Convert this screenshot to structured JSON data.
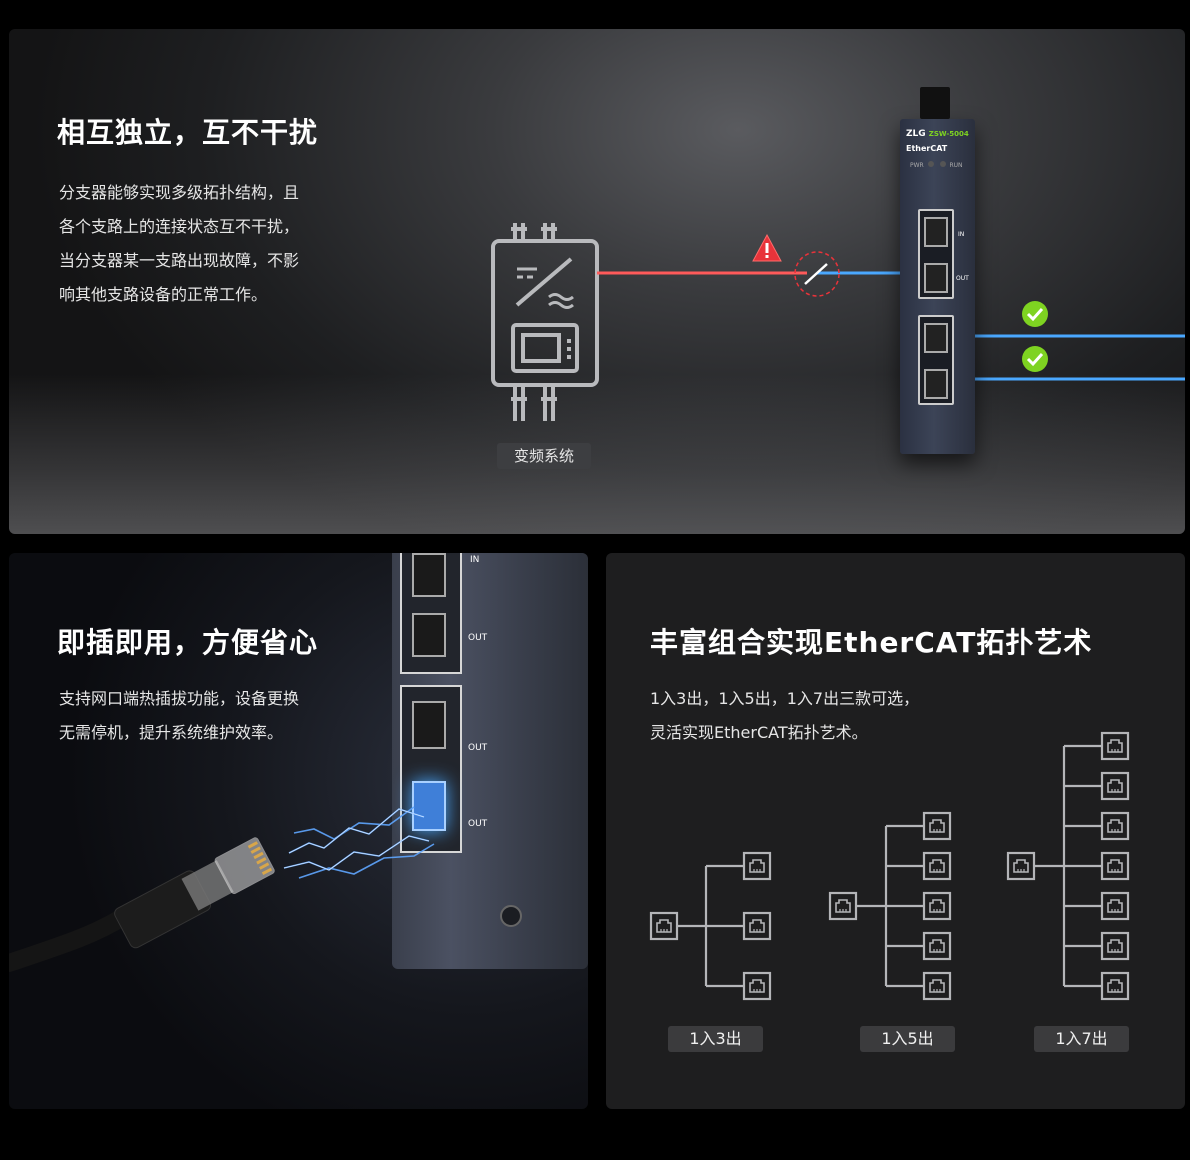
{
  "section_independent": {
    "title": "相互独立，互不干扰",
    "body_lines": [
      "分支器能够实现多级拓扑结构，且",
      "各个支路上的连接状态互不干扰，",
      "当分支器某一支路出现故障，不影",
      "响其他支路设备的正常工作。"
    ],
    "vfd_label": "变频系统",
    "device_brand": "ZLG",
    "device_model": "ZSW-5004",
    "device_sub": "EtherCAT",
    "led_labels": [
      "PWR",
      "RUN"
    ],
    "port_labels": [
      "IN",
      "OUT"
    ],
    "status_colors": {
      "fault": "#e8333a",
      "ok": "#7ed321",
      "link_ok": "#4aa8ff",
      "link_fault": "#ff5a5a"
    }
  },
  "section_plug": {
    "title": "即插即用，方便省心",
    "body_lines": [
      "支持网口端热插拔功能，设备更换",
      "无需停机，提升系统维护效率。"
    ],
    "port_labels": [
      "IN",
      "OUT",
      "OUT",
      "OUT"
    ]
  },
  "section_topology": {
    "title": "丰富组合实现EtherCAT拓扑艺术",
    "body_lines": [
      "1入3出，1入5出，1入7出三款可选，",
      "灵活实现EtherCAT拓扑艺术。"
    ],
    "options": [
      {
        "label": "1入3出",
        "outputs": 3
      },
      {
        "label": "1入5出",
        "outputs": 5
      },
      {
        "label": "1入7出",
        "outputs": 7
      }
    ]
  }
}
